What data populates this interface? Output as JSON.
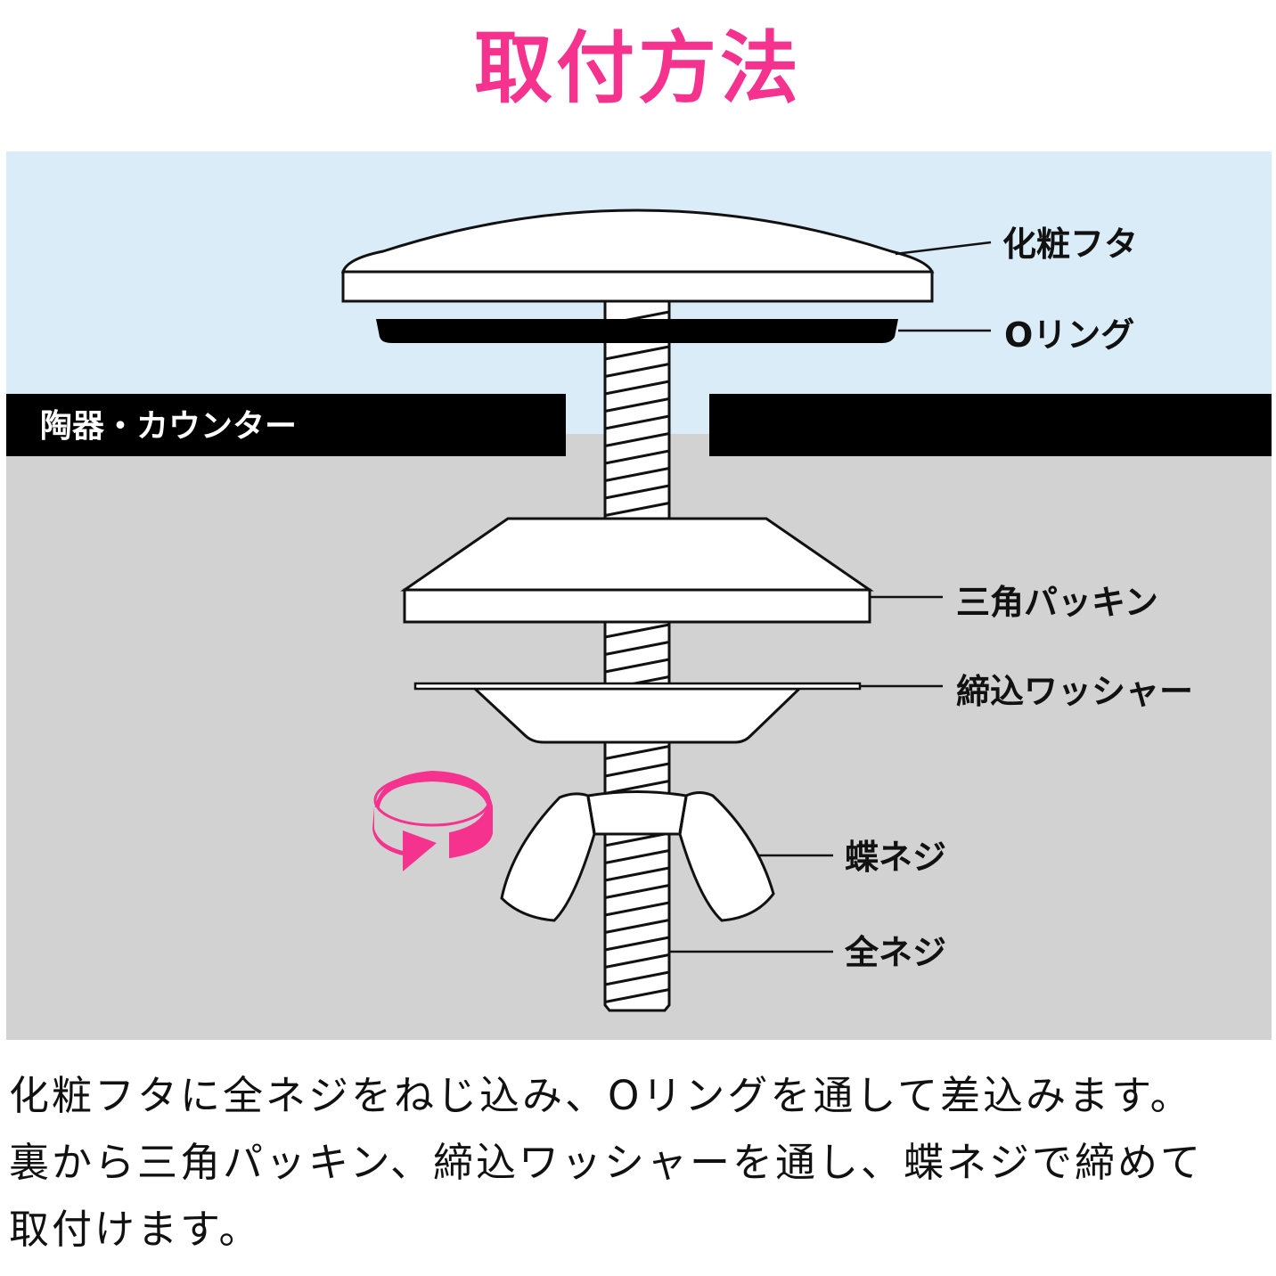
{
  "title": "取付方法",
  "colors": {
    "accent": "#F5338F",
    "sky": "#DAECF7",
    "under": "#D2D2D2",
    "counter": "#000000"
  },
  "labels": {
    "counter": "陶器・カウンター",
    "cap": "化粧フタ",
    "o_ring": "Oリング",
    "triangle_packing": "三角パッキン",
    "washer": "締込ワッシャー",
    "wing_nut": "蝶ネジ",
    "threaded_rod": "全ネジ"
  },
  "description": [
    "化粧フタに全ネジをねじ込み、Oリングを通して差込みます。",
    "裏から三角パッキン、締込ワッシャーを通し、蝶ネジで締めて",
    "取付けます。"
  ]
}
